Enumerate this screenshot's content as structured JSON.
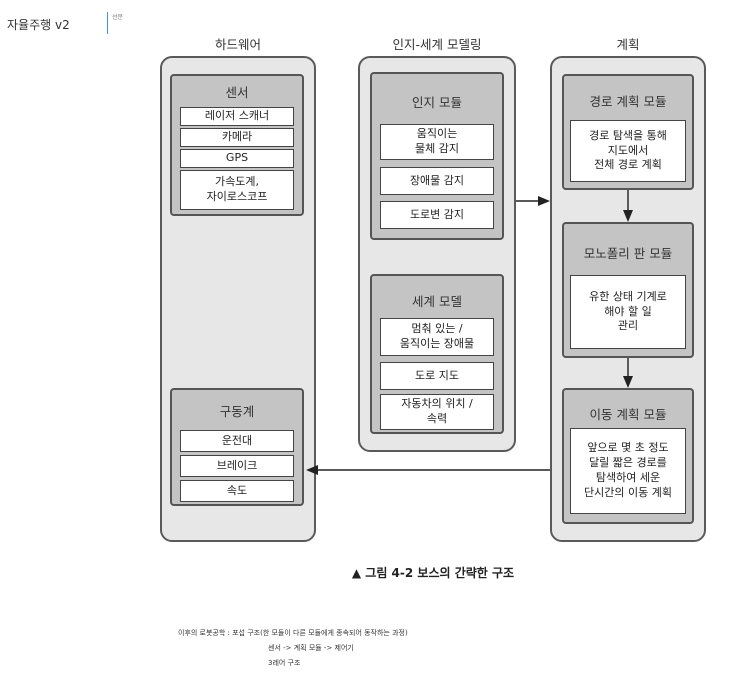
{
  "page": {
    "title": "자율주행 v2",
    "section_tag": "선문"
  },
  "diagram": {
    "columns": {
      "hardware": "하드웨어",
      "perception": "인지-세계 모델링",
      "planning": "계획"
    },
    "modules": {
      "sensor": {
        "title": "센서",
        "items": [
          "레이저 스캐너",
          "카메라",
          "GPS",
          "가속도계,\n자이로스코프"
        ]
      },
      "drive": {
        "title": "구동계",
        "items": [
          "운전대",
          "브레이크",
          "속도"
        ]
      },
      "perception": {
        "title": "인지 모듈",
        "items": [
          "움직이는\n물체 감지",
          "장애물 감지",
          "도로변 감지"
        ]
      },
      "world_model": {
        "title": "세계 모델",
        "items": [
          "멈춰 있는 /\n움직이는 장애물",
          "도로 지도",
          "자동차의 위치 /\n속력"
        ]
      },
      "route": {
        "title": "경로 계획 모듈",
        "items": [
          "경로 탐색을 통해\n지도에서\n전체 경로 계획"
        ]
      },
      "monopoly": {
        "title": "모노폴리 판 모듈",
        "items": [
          "유한 상태 기계로\n해야 할 일\n관리"
        ]
      },
      "motion": {
        "title": "이동 계획 모듈",
        "items": [
          "앞으로 몇 초 정도\n달릴 짧은 경로를\n탐색하여 세운\n단시간의 이동 계획"
        ]
      }
    },
    "caption": "▲ 그림 4-2 보스의 간략한 구조"
  },
  "notes": {
    "line1": "이후의 로봇공학 : 포섭 구조(한 모듈이 다른 모듈에게 종속되어 동작하는 과정)",
    "line2": "센서 -> 계획 모듈 -> 제어기",
    "line3": "3레어 구조"
  },
  "colors": {
    "panel": "#e7e7e7",
    "module": "#c4c4c4",
    "border": "#555555",
    "accent": "#4a90d9"
  }
}
